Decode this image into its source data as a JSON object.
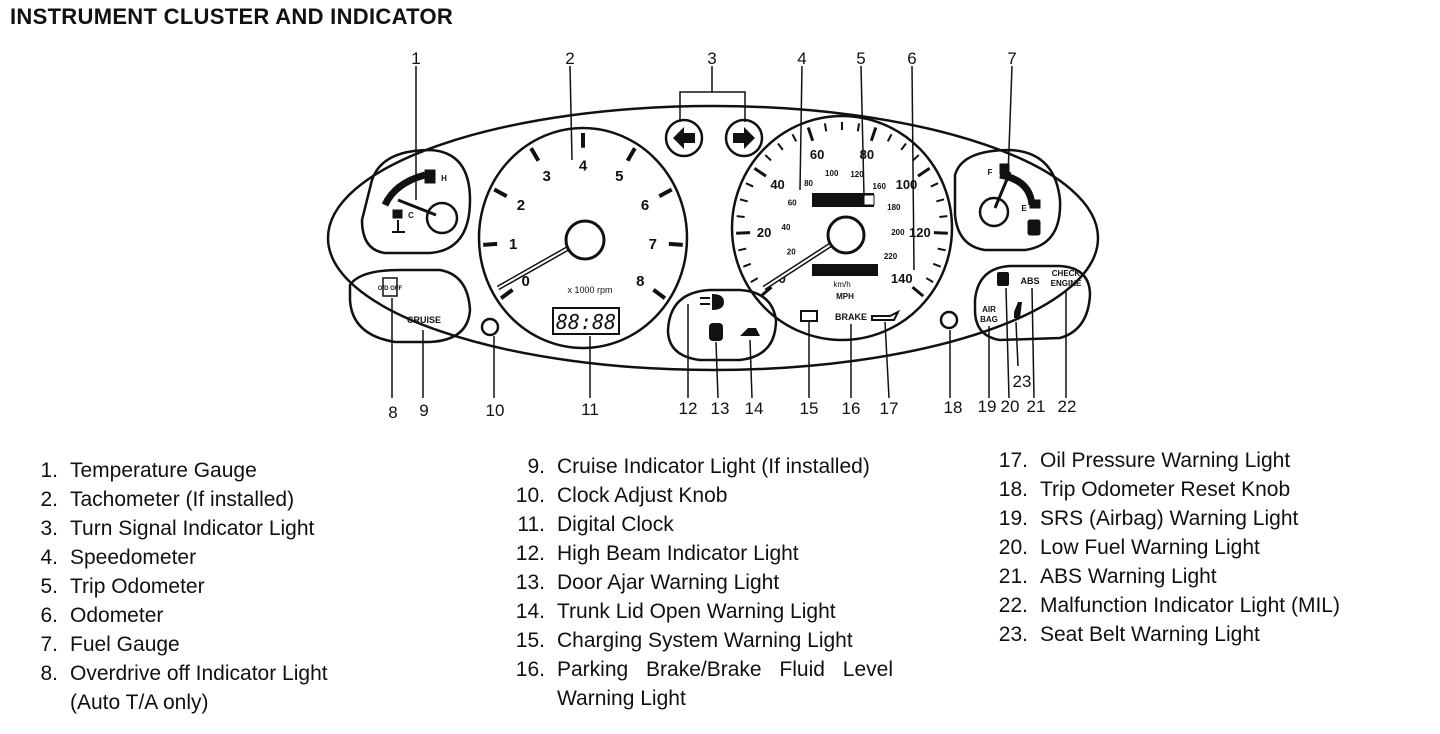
{
  "title": "INSTRUMENT CLUSTER AND INDICATOR",
  "callouts": [
    "1",
    "2",
    "3",
    "4",
    "5",
    "6",
    "7",
    "8",
    "9",
    "10",
    "11",
    "12",
    "13",
    "14",
    "15",
    "16",
    "17",
    "18",
    "19",
    "20",
    "21",
    "22",
    "23"
  ],
  "tachometer": {
    "ticks": [
      "0",
      "1",
      "2",
      "3",
      "4",
      "5",
      "6",
      "7",
      "8"
    ],
    "unit": "x 1000 rpm"
  },
  "clock": {
    "display": "88:88"
  },
  "speedometer": {
    "mph_ticks": [
      "0",
      "20",
      "40",
      "60",
      "80",
      "100",
      "120",
      "140"
    ],
    "kmh_ticks": [
      "20",
      "40",
      "60",
      "80",
      "100",
      "120",
      "160",
      "180",
      "200",
      "220"
    ],
    "unit_kmh": "km/h",
    "unit_mph": "MPH"
  },
  "temperature_gauge": {
    "hot": "H",
    "cold": "C"
  },
  "fuel_gauge": {
    "full": "F",
    "empty": "E"
  },
  "indicators": {
    "overdrive_off": "O/D OFF",
    "cruise": "CRUISE",
    "brake": "BRAKE",
    "abs": "ABS",
    "check_engine_1": "CHECK",
    "check_engine_2": "ENGINE",
    "air_bag_1": "AIR",
    "air_bag_2": "BAG"
  },
  "legend": {
    "col1": [
      {
        "num": "1.",
        "text": "Temperature Gauge"
      },
      {
        "num": "2.",
        "text": "Tachometer (If installed)"
      },
      {
        "num": "3.",
        "text": "Turn Signal Indicator Light"
      },
      {
        "num": "4.",
        "text": "Speedometer"
      },
      {
        "num": "5.",
        "text": "Trip Odometer"
      },
      {
        "num": "6.",
        "text": "Odometer"
      },
      {
        "num": "7.",
        "text": "Fuel Gauge"
      },
      {
        "num": "8.",
        "text": "Overdrive off Indicator Light"
      }
    ],
    "col1_cont": "(Auto T/A only)",
    "col2": [
      {
        "num": "9.",
        "text": "Cruise Indicator Light (If installed)"
      },
      {
        "num": "10.",
        "text": "Clock Adjust Knob"
      },
      {
        "num": "11.",
        "text": "Digital Clock"
      },
      {
        "num": "12.",
        "text": "High Beam Indicator Light"
      },
      {
        "num": "13.",
        "text": "Door Ajar Warning Light"
      },
      {
        "num": "14.",
        "text": "Trunk Lid Open Warning Light"
      },
      {
        "num": "15.",
        "text": "Charging System Warning Light"
      },
      {
        "num": "16.",
        "text": "Parking Brake/Brake Fluid Level"
      }
    ],
    "col2_cont": "Warning Light",
    "col3": [
      {
        "num": "17.",
        "text": "Oil Pressure Warning Light"
      },
      {
        "num": "18.",
        "text": "Trip Odometer Reset Knob"
      },
      {
        "num": "19.",
        "text": "SRS (Airbag) Warning Light"
      },
      {
        "num": "20.",
        "text": "Low Fuel Warning Light"
      },
      {
        "num": "21.",
        "text": "ABS Warning Light"
      },
      {
        "num": "22.",
        "text": "Malfunction Indicator Light (MIL)"
      },
      {
        "num": "23.",
        "text": "Seat Belt Warning Light"
      }
    ]
  }
}
